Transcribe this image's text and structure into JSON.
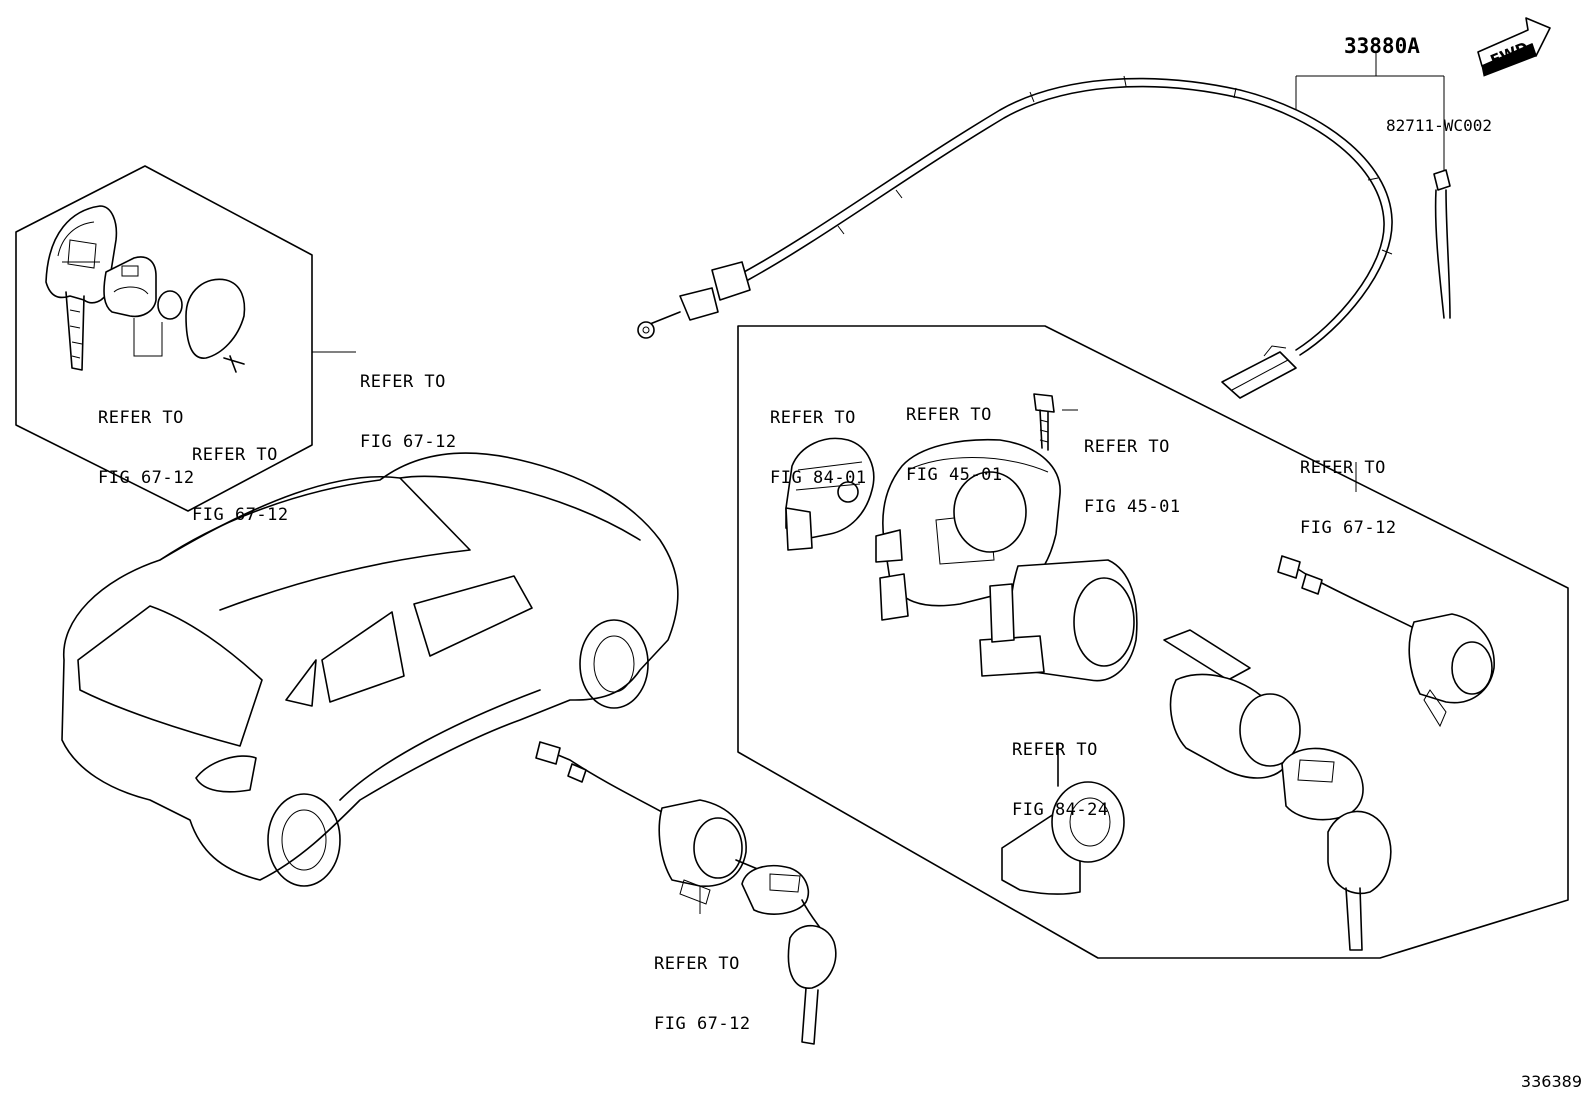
{
  "diagram": {
    "part_numbers": {
      "cable_assembly": "33880A",
      "clamp": "82711-WC002"
    },
    "fwd_label": "FWD",
    "figure_id": "336389",
    "callouts": {
      "key_fob_box": {
        "line1": "REFER TO",
        "line2": "FIG 67-12"
      },
      "key_battery": {
        "line1": "REFER TO",
        "line2": "FIG 67-12"
      },
      "key_screw": {
        "line1": "REFER TO",
        "line2": "FIG 67-12"
      },
      "steering_lock_switch": {
        "line1": "REFER TO",
        "line2": "FIG 84-01"
      },
      "steering_lock_body": {
        "line1": "REFER TO",
        "line2": "FIG 45-01"
      },
      "shear_bolt": {
        "line1": "REFER TO",
        "line2": "FIG 45-01"
      },
      "lock_set_box": {
        "line1": "REFER TO",
        "line2": "FIG 67-12"
      },
      "key_ring_illumination": {
        "line1": "REFER TO",
        "line2": "FIG 84-24"
      },
      "door_lock_cylinder": {
        "line1": "REFER TO",
        "line2": "FIG 67-12"
      }
    }
  }
}
